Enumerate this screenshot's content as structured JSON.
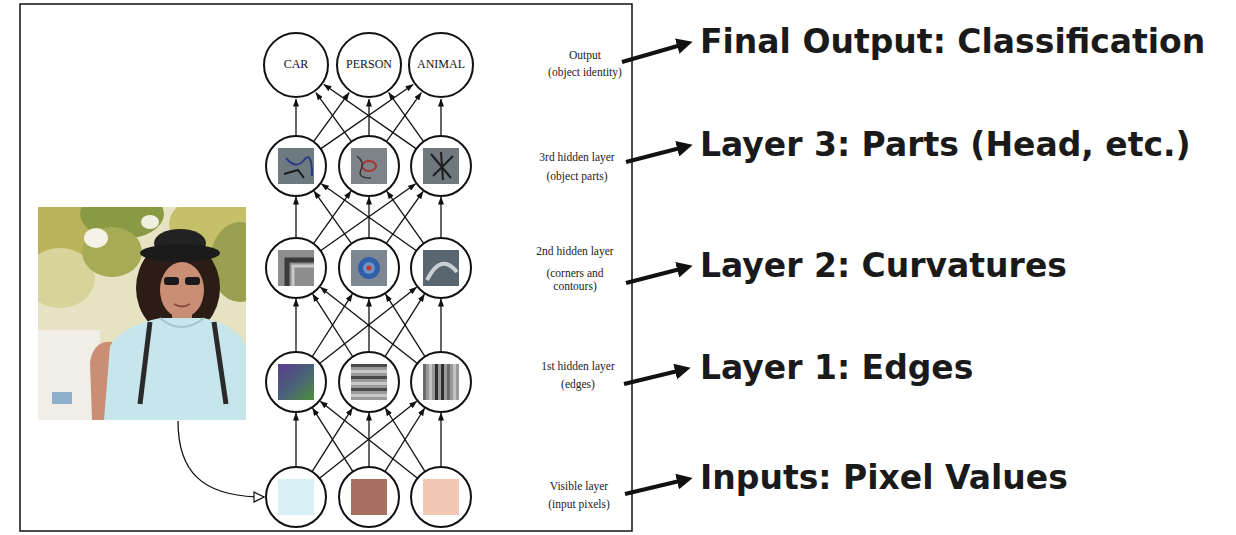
{
  "diagram": {
    "nodes": [
      {
        "text": [
          "CAR"
        ]
      },
      {
        "text": [
          "PERSON"
        ]
      },
      {
        "text": [
          "ANIMAL"
        ]
      }
    ],
    "labels": [
      "Output",
      "(object identity)",
      "3rd hidden layer",
      "(object parts)",
      "2nd hidden layer",
      "(corners and contours)",
      "1st hidden layer",
      "(edges)",
      "Visible layer",
      "(input pixels)",
      "Final Output: Classification",
      "Layer 3: Parts (Head, etc.)",
      "Layer 2: Curvatures",
      "Layer 1: Edges",
      "Inputs: Pixel Values"
    ]
  }
}
